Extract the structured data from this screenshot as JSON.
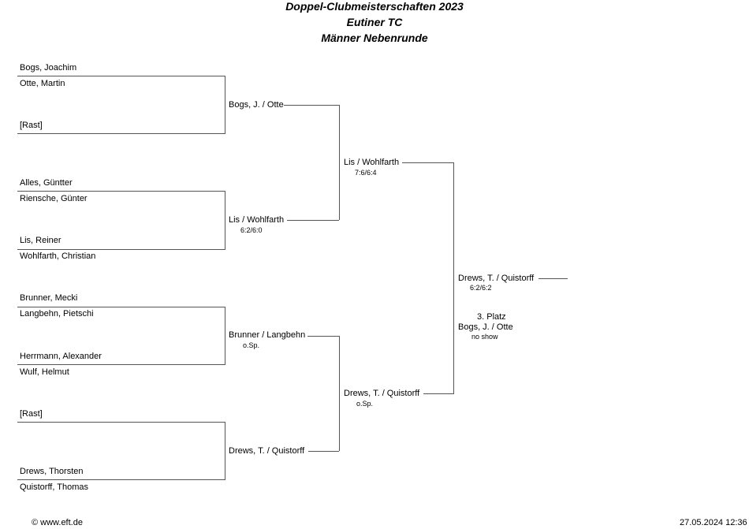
{
  "header": {
    "title1": "Doppel-Clubmeisterschaften 2023",
    "title2": "Eutiner TC",
    "title3": "Männer Nebenrunde"
  },
  "round1": [
    {
      "top": "Bogs, Joachim",
      "bottom": "Otte, Martin"
    },
    {
      "top": "[Rast]",
      "bottom": ""
    },
    {
      "top": "Alles, Güntter",
      "bottom": "Riensche, Günter"
    },
    {
      "top": "Lis, Reiner",
      "bottom": "Wohlfarth, Christian"
    },
    {
      "top": "Brunner, Mecki",
      "bottom": "Langbehn, Pietschi"
    },
    {
      "top": "Herrmann, Alexander",
      "bottom": "Wulf, Helmut"
    },
    {
      "top": "[Rast]",
      "bottom": ""
    },
    {
      "top": "Drews, Thorsten",
      "bottom": "Quistorff, Thomas"
    }
  ],
  "round2": [
    {
      "winner": "Bogs, J. / Otte",
      "score": ""
    },
    {
      "winner": "Lis / Wohlfarth",
      "score": "6:2/6:0"
    },
    {
      "winner": "Brunner / Langbehn",
      "score": "o.Sp."
    },
    {
      "winner": "Drews, T. / Quistorff",
      "score": ""
    }
  ],
  "semis": [
    {
      "winner": "Lis / Wohlfarth",
      "score": "7:6/6:4"
    },
    {
      "winner": "Drews, T. / Quistorff",
      "score": "o.Sp."
    }
  ],
  "final": {
    "winner": "Drews, T. / Quistorff",
    "score": "6:2/6:2"
  },
  "third_place": {
    "label": "3. Platz",
    "winner": "Bogs, J. / Otte",
    "score": "no show"
  },
  "footer": {
    "copyright": "© www.eft.de",
    "timestamp": "27.05.2024 12:36"
  }
}
